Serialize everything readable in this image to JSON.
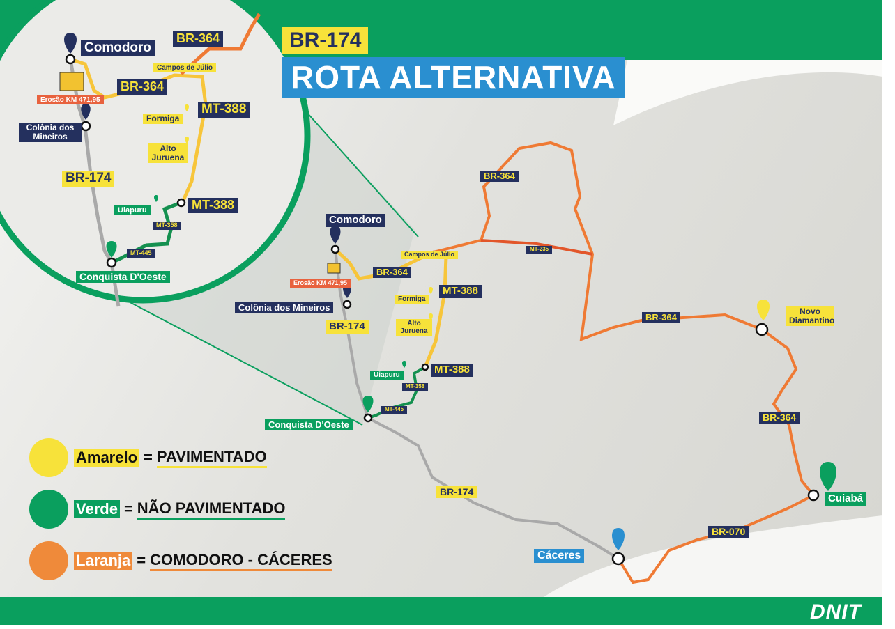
{
  "header": {
    "route": "BR-174",
    "title": "ROTA ALTERNATIVA"
  },
  "inset": {
    "comodoro": "Comodoro",
    "br364_top": "BR-364",
    "campos": "Campos de Júlio",
    "br364": "BR-364",
    "erosao": "Erosão KM 471,95",
    "colonia": "Colônia dos Mineiros",
    "mt388_top": "MT-388",
    "formiga": "Formiga",
    "alto": "Alto Juruena",
    "br174": "BR-174",
    "uiapuru": "Uiapuru",
    "mt388": "MT-388",
    "mt358": "MT-358",
    "mt445": "MT-445",
    "conquista": "Conquista D'Oeste"
  },
  "map": {
    "comodoro": "Comodoro",
    "campos": "Campos de Júlio",
    "br364_a": "BR-364",
    "erosao": "Erosão KM 471,95",
    "colonia": "Colônia dos Mineiros",
    "br174_a": "BR-174",
    "mt388_top": "MT-388",
    "formiga": "Formiga",
    "alto": "Alto Juruena",
    "uiapuru": "Uiapuru",
    "mt388": "MT-388",
    "mt358": "MT-358",
    "mt445": "MT-445",
    "conquista": "Conquista D'Oeste",
    "br364_north": "BR-364",
    "mt235": "MT-235",
    "br364_east": "BR-364",
    "novo": "Novo Diamantino",
    "br364_south": "BR-364",
    "cuiaba": "Cuiabá",
    "br070": "BR-070",
    "caceres": "Cáceres",
    "br174_b": "BR-174"
  },
  "legend": [
    {
      "key": "Amarelo",
      "eq": "=",
      "desc": "PAVIMENTADO",
      "color": "#f7e23a",
      "text": "#111"
    },
    {
      "key": "Verde",
      "eq": "=",
      "desc": "NÃO PAVIMENTADO",
      "color": "#0a9f5e",
      "text": "#fff"
    },
    {
      "key": "Laranja",
      "eq": "=",
      "desc": "COMODORO - CÁCERES",
      "color": "#ef8a3a",
      "text": "#fff"
    }
  ],
  "footer": {
    "logo": "DNIT"
  },
  "colors": {
    "green": "#0a9f5e",
    "yellow": "#f7e23a",
    "orange": "#ef7a34",
    "navy": "#24305e",
    "blue": "#2a8fd0",
    "gray": "#a9a9a9"
  }
}
